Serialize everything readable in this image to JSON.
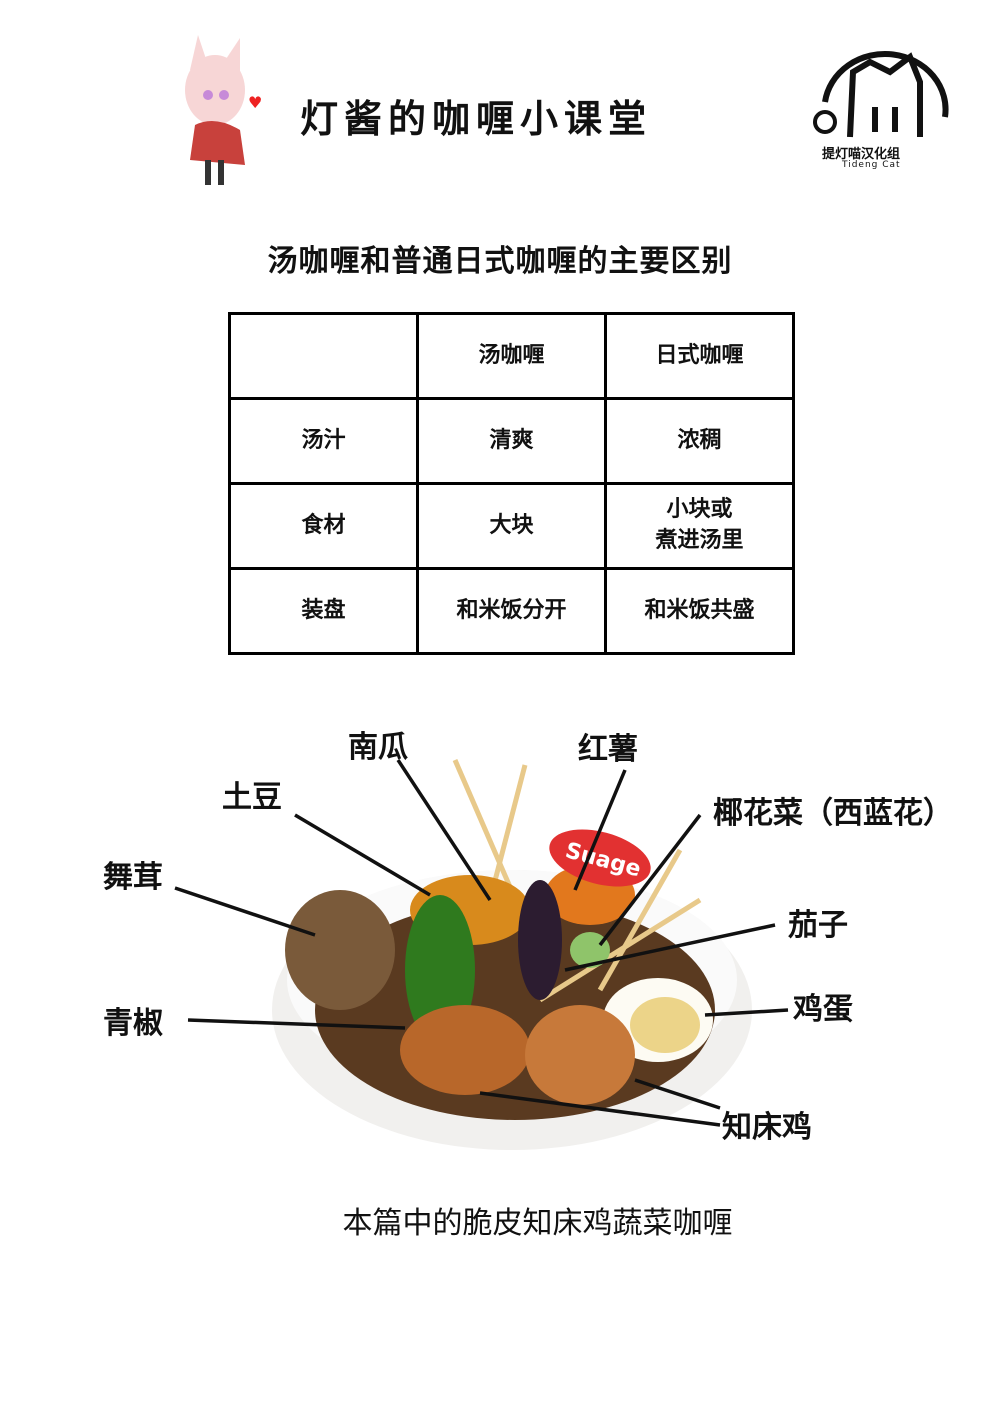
{
  "header": {
    "title": "灯酱的咖喱小课堂",
    "logo_name": "提灯喵汉化组",
    "logo_sub": "Tideng Cat"
  },
  "subtitle": "汤咖喱和普通日式咖喱的主要区别",
  "table": {
    "headers": [
      "",
      "汤咖喱",
      "日式咖喱"
    ],
    "rows": [
      [
        "汤汁",
        "清爽",
        "浓稠"
      ],
      [
        "食材",
        "大块",
        "小块或\n煮进汤里"
      ],
      [
        "装盘",
        "和米饭分开",
        "和米饭共盛"
      ]
    ]
  },
  "labels": {
    "pumpkin": "南瓜",
    "sweet_potato": "红薯",
    "potato": "土豆",
    "broccoli": "椰花菜（西蓝花）",
    "maitake": "舞茸",
    "eggplant": "茄子",
    "pepper": "青椒",
    "egg": "鸡蛋",
    "chicken": "知床鸡",
    "brand": "Suage"
  },
  "caption": "本篇中的脆皮知床鸡蔬菜咖喱"
}
